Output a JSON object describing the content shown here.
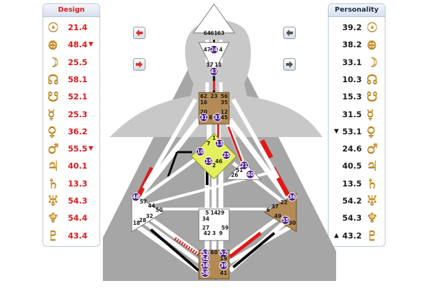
{
  "design": {
    "title": "Design",
    "rows": [
      {
        "planet": "sun-icon",
        "glyph": "☉",
        "value": "21.4",
        "arrow": ""
      },
      {
        "planet": "earth-icon",
        "glyph": "⊕",
        "value": "48.4",
        "arrow": "▼"
      },
      {
        "planet": "moon-icon",
        "glyph": "☽",
        "value": "25.5",
        "arrow": ""
      },
      {
        "planet": "north-node-icon",
        "glyph": "☊",
        "value": "58.1",
        "arrow": ""
      },
      {
        "planet": "south-node-icon",
        "glyph": "☋",
        "value": "52.1",
        "arrow": ""
      },
      {
        "planet": "mercury-icon",
        "glyph": "☿",
        "value": "25.3",
        "arrow": ""
      },
      {
        "planet": "venus-icon",
        "glyph": "♀",
        "value": "36.2",
        "arrow": ""
      },
      {
        "planet": "mars-icon",
        "glyph": "♂",
        "value": "55.5",
        "arrow": "▼"
      },
      {
        "planet": "jupiter-icon",
        "glyph": "♃",
        "value": "40.1",
        "arrow": ""
      },
      {
        "planet": "saturn-icon",
        "glyph": "♄",
        "value": "13.3",
        "arrow": ""
      },
      {
        "planet": "uranus-icon",
        "glyph": "♅",
        "value": "54.3",
        "arrow": ""
      },
      {
        "planet": "neptune-icon",
        "glyph": "♆",
        "value": "54.4",
        "arrow": ""
      },
      {
        "planet": "pluto-icon",
        "glyph": "♇",
        "value": "43.4",
        "arrow": ""
      }
    ]
  },
  "personality": {
    "title": "Personality",
    "rows": [
      {
        "planet": "sun-icon",
        "glyph": "☉",
        "value": "39.2",
        "arrow": ""
      },
      {
        "planet": "earth-icon",
        "glyph": "⊕",
        "value": "38.2",
        "arrow": ""
      },
      {
        "planet": "moon-icon",
        "glyph": "☽",
        "value": "33.1",
        "arrow": ""
      },
      {
        "planet": "north-node-icon",
        "glyph": "☊",
        "value": "10.3",
        "arrow": ""
      },
      {
        "planet": "south-node-icon",
        "glyph": "☋",
        "value": "15.3",
        "arrow": ""
      },
      {
        "planet": "mercury-icon",
        "glyph": "☿",
        "value": "31.5",
        "arrow": ""
      },
      {
        "planet": "venus-icon",
        "glyph": "♀",
        "value": "53.1",
        "arrow": "▼"
      },
      {
        "planet": "mars-icon",
        "glyph": "♂",
        "value": "24.6",
        "arrow": ""
      },
      {
        "planet": "jupiter-icon",
        "glyph": "♃",
        "value": "40.5",
        "arrow": ""
      },
      {
        "planet": "saturn-icon",
        "glyph": "♄",
        "value": "13.5",
        "arrow": ""
      },
      {
        "planet": "uranus-icon",
        "glyph": "♅",
        "value": "54.2",
        "arrow": ""
      },
      {
        "planet": "neptune-icon",
        "glyph": "♆",
        "value": "54.3",
        "arrow": ""
      },
      {
        "planet": "pluto-icon",
        "glyph": "♇",
        "value": "43.2",
        "arrow": "▲"
      }
    ]
  },
  "colors": {
    "design_red": "#e01818",
    "center_tan": "#b58b55",
    "g_center_yellow": "#e4ef5e",
    "gate_active_purple": "#4b1a86",
    "body_gray": "#a3a3a3"
  },
  "nav": {
    "left_prev_icon": "red-arrow-left-icon",
    "left_next_icon": "red-arrow-right-icon",
    "right_prev_icon": "gray-arrow-left-icon",
    "right_next_icon": "gray-arrow-right-icon"
  },
  "bodygraph": {
    "gates": [
      {
        "id": "g64",
        "n": "64",
        "active": false
      },
      {
        "id": "g61",
        "n": "61",
        "active": false
      },
      {
        "id": "g63",
        "n": "63",
        "active": false
      },
      {
        "id": "g47",
        "n": "47",
        "active": false
      },
      {
        "id": "g24",
        "n": "24",
        "active": true
      },
      {
        "id": "g4",
        "n": "4",
        "active": false
      },
      {
        "id": "g17",
        "n": "17",
        "active": false
      },
      {
        "id": "g11",
        "n": "11",
        "active": false
      },
      {
        "id": "g43",
        "n": "43",
        "active": true
      },
      {
        "id": "g62",
        "n": "62",
        "active": false
      },
      {
        "id": "g23",
        "n": "23",
        "active": false
      },
      {
        "id": "g56",
        "n": "56",
        "active": false
      },
      {
        "id": "g16",
        "n": "16",
        "active": false
      },
      {
        "id": "g35",
        "n": "35",
        "active": false
      },
      {
        "id": "g20",
        "n": "20",
        "active": false
      },
      {
        "id": "g12",
        "n": "12",
        "active": false
      },
      {
        "id": "g31",
        "n": "31",
        "active": true
      },
      {
        "id": "g8",
        "n": "8",
        "active": false
      },
      {
        "id": "g33",
        "n": "33",
        "active": true
      },
      {
        "id": "g45",
        "n": "45",
        "active": false
      },
      {
        "id": "g1",
        "n": "1",
        "active": false
      },
      {
        "id": "g13",
        "n": "13",
        "active": true
      },
      {
        "id": "g7",
        "n": "7",
        "active": false
      },
      {
        "id": "g10",
        "n": "10",
        "active": true
      },
      {
        "id": "g25",
        "n": "25",
        "active": true
      },
      {
        "id": "g15",
        "n": "15",
        "active": true
      },
      {
        "id": "g46",
        "n": "46",
        "active": false
      },
      {
        "id": "g2",
        "n": "2",
        "active": false
      },
      {
        "id": "g21",
        "n": "21",
        "active": true
      },
      {
        "id": "g51",
        "n": "51",
        "active": false
      },
      {
        "id": "g26",
        "n": "26",
        "active": false
      },
      {
        "id": "g40",
        "n": "40",
        "active": true
      },
      {
        "id": "g48",
        "n": "48",
        "active": true
      },
      {
        "id": "g57",
        "n": "57",
        "active": false
      },
      {
        "id": "g44",
        "n": "44",
        "active": false
      },
      {
        "id": "g50",
        "n": "50",
        "active": false
      },
      {
        "id": "g32",
        "n": "32",
        "active": false
      },
      {
        "id": "g28",
        "n": "28",
        "active": false
      },
      {
        "id": "g18",
        "n": "18",
        "active": false
      },
      {
        "id": "g5",
        "n": "5",
        "active": false
      },
      {
        "id": "g14",
        "n": "14",
        "active": false
      },
      {
        "id": "g29",
        "n": "29",
        "active": false
      },
      {
        "id": "g34",
        "n": "34",
        "active": false
      },
      {
        "id": "g27",
        "n": "27",
        "active": false
      },
      {
        "id": "g59",
        "n": "59",
        "active": false
      },
      {
        "id": "g42",
        "n": "42",
        "active": false
      },
      {
        "id": "g3",
        "n": "3",
        "active": false
      },
      {
        "id": "g9",
        "n": "9",
        "active": false
      },
      {
        "id": "g36",
        "n": "36",
        "active": true
      },
      {
        "id": "g22",
        "n": "22",
        "active": false
      },
      {
        "id": "g37",
        "n": "37",
        "active": false
      },
      {
        "id": "g6",
        "n": "6",
        "active": false
      },
      {
        "id": "g49",
        "n": "49",
        "active": false
      },
      {
        "id": "g55",
        "n": "55",
        "active": true
      },
      {
        "id": "g30",
        "n": "30",
        "active": false
      },
      {
        "id": "g53",
        "n": "53",
        "active": true
      },
      {
        "id": "g60",
        "n": "60",
        "active": false
      },
      {
        "id": "g52",
        "n": "52",
        "active": true
      },
      {
        "id": "g54",
        "n": "54",
        "active": true
      },
      {
        "id": "g19",
        "n": "19",
        "active": false
      },
      {
        "id": "g38",
        "n": "38",
        "active": true
      },
      {
        "id": "g39",
        "n": "39",
        "active": true
      },
      {
        "id": "g58",
        "n": "58",
        "active": true
      },
      {
        "id": "g41",
        "n": "41",
        "active": false
      }
    ]
  }
}
